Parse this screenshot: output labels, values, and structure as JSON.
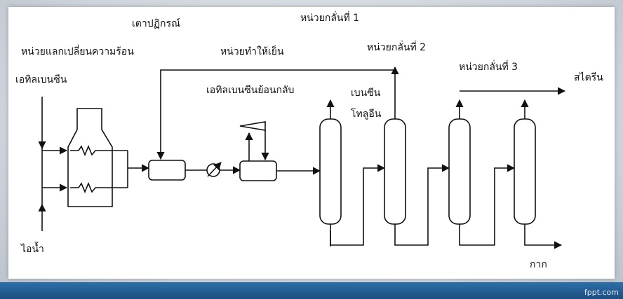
{
  "diagram": {
    "labels": {
      "reactor": "เตาปฏิกรณ์",
      "heat_exchanger": "หน่วยแลกเปลี่ยนความร้อน",
      "ethylbenzene": "เอทิลเบนซีน",
      "cooler": "หน่วยทำให้เย็น",
      "ethylbenzene_recycle": "เอทิลเบนซีนย้อนกลับ",
      "column_1": "หน่วยกลั่นที่ 1",
      "column_2": "หน่วยกลั่นที่ 2",
      "column_3": "หน่วยกลั่นที่ 3",
      "benzene": "เบนซีน",
      "toluene": "โทลูอีน",
      "styrene": "สไตรีน",
      "steam": "ไอน้ำ",
      "residue": "กาก"
    }
  },
  "footer": {
    "credit": "fppt.com"
  }
}
